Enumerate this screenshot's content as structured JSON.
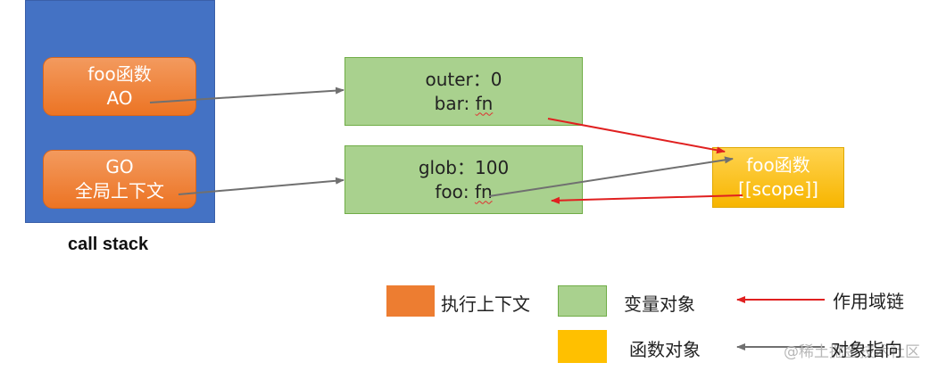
{
  "call_stack": {
    "label": "call stack",
    "contexts": [
      {
        "line1": "foo函数",
        "line2": "AO"
      },
      {
        "line1": "GO",
        "line2": "全局上下文"
      }
    ]
  },
  "variable_objects": {
    "foo_ao": {
      "line1": "outer：0",
      "line2_key": "bar: ",
      "line2_val": "fn"
    },
    "global_go": {
      "line1": "glob：100",
      "line2_key": "foo: ",
      "line2_val": "fn"
    }
  },
  "function_object": {
    "line1": "foo函数",
    "line2": "[[scope]]"
  },
  "legend": {
    "execution_context": "执行上下文",
    "variable_object": "变量对象",
    "function_object": "函数对象",
    "scope_chain": "作用域链",
    "object_reference": "对象指向"
  },
  "colors": {
    "call_stack_bg": "#4472c4",
    "execution_context": "#ed7d31",
    "variable_object": "#a9d18e",
    "function_object": "#ffc000",
    "scope_chain_arrow": "#e02020",
    "reference_arrow": "#707070"
  },
  "watermark": "@稀土掘金技术社区"
}
